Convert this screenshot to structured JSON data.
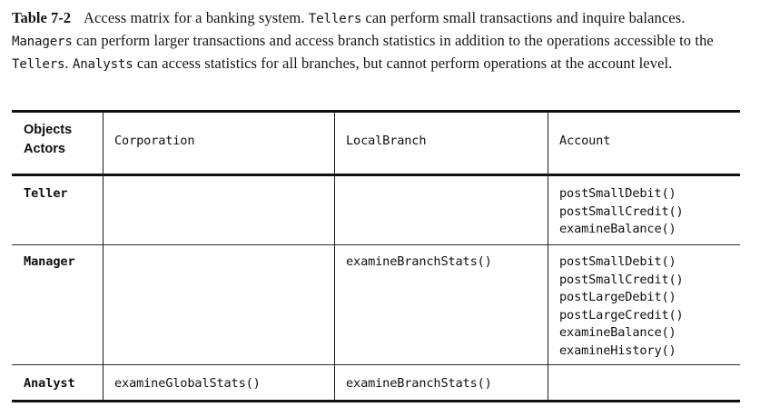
{
  "caption": {
    "label": "Table 7-2",
    "segments": [
      {
        "text": "Access matrix for a banking system. ",
        "style": "serif"
      },
      {
        "text": "Tellers",
        "style": "mono"
      },
      {
        "text": " can perform small transactions and inquire balances. ",
        "style": "serif"
      },
      {
        "text": "Managers",
        "style": "mono"
      },
      {
        "text": " can perform larger transactions and access branch statistics in addition to the operations accessible to the ",
        "style": "serif"
      },
      {
        "text": "Tellers",
        "style": "mono"
      },
      {
        "text": ". ",
        "style": "serif"
      },
      {
        "text": "Analysts",
        "style": "mono"
      },
      {
        "text": " can access statistics for all branches, but cannot perform operations at the account level.",
        "style": "serif"
      }
    ],
    "full_text": "Table 7-2   Access matrix for a banking system. Tellers can perform small transactions and inquire balances. Managers can perform larger transactions and access branch statistics in addition to the operations accessible to the Tellers. Analysts can access statistics for all branches, but cannot perform operations at the account level."
  },
  "table": {
    "corner_header": {
      "line1": "Objects",
      "line2": "Actors"
    },
    "columns": [
      "Corporation",
      "LocalBranch",
      "Account"
    ],
    "rows": [
      {
        "actor": "Teller",
        "corporation": "",
        "local_branch": "",
        "account": "postSmallDebit()\npostSmallCredit()\nexamineBalance()"
      },
      {
        "actor": "Manager",
        "corporation": "",
        "local_branch": "examineBranchStats()",
        "account": "postSmallDebit()\npostSmallCredit()\npostLargeDebit()\npostLargeCredit()\nexamineBalance()\nexamineHistory()"
      },
      {
        "actor": "Analyst",
        "corporation": "examineGlobalStats()",
        "local_branch": "examineBranchStats()",
        "account": ""
      }
    ]
  },
  "colors": {
    "page_background": "#ffffff",
    "ink": "#101010",
    "rule": "#1b1b1b"
  }
}
